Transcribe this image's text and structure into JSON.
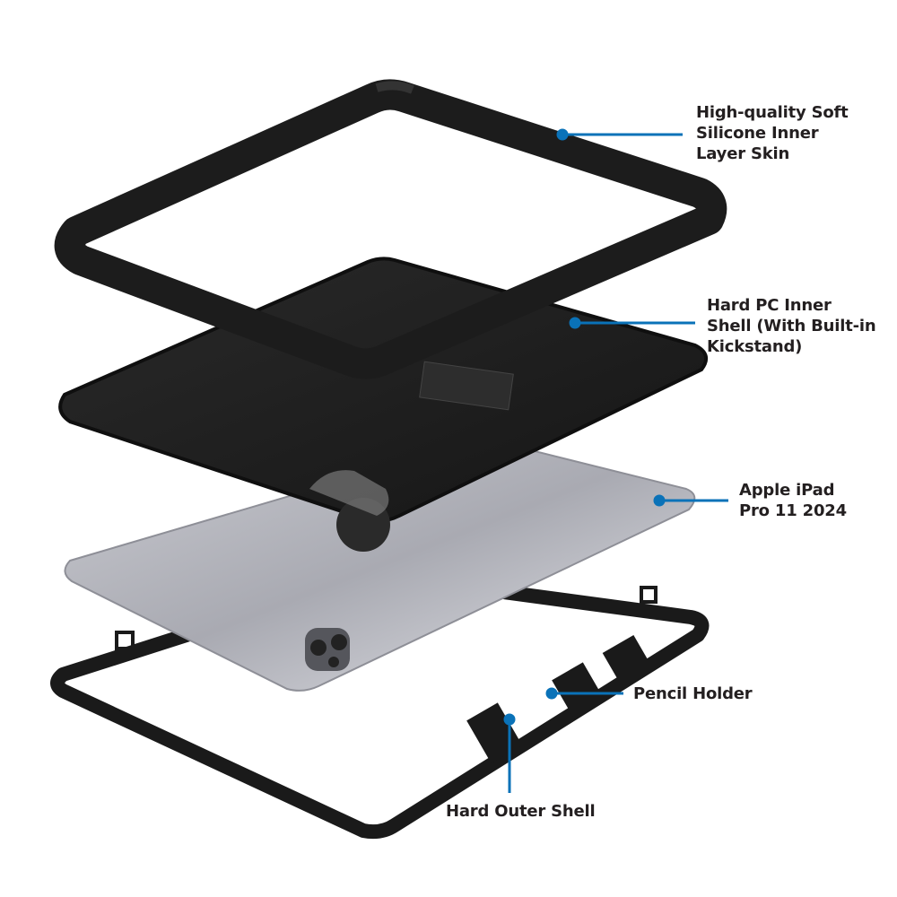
{
  "colors": {
    "callout": "#0a72b8",
    "text": "#231f20",
    "case": "#1c1c1c",
    "ipad": "#b9bac2"
  },
  "callouts": [
    {
      "lines": [
        "High-quality Soft",
        "Silicone Inner",
        "Layer Skin"
      ]
    },
    {
      "lines": [
        "Hard PC Inner",
        "Shell (With Built-in",
        "Kickstand)"
      ]
    },
    {
      "lines": [
        "Apple iPad",
        "Pro 11 2024"
      ]
    },
    {
      "lines": [
        "Pencil Holder"
      ]
    },
    {
      "lines": [
        "Hard Outer Shell"
      ]
    }
  ]
}
